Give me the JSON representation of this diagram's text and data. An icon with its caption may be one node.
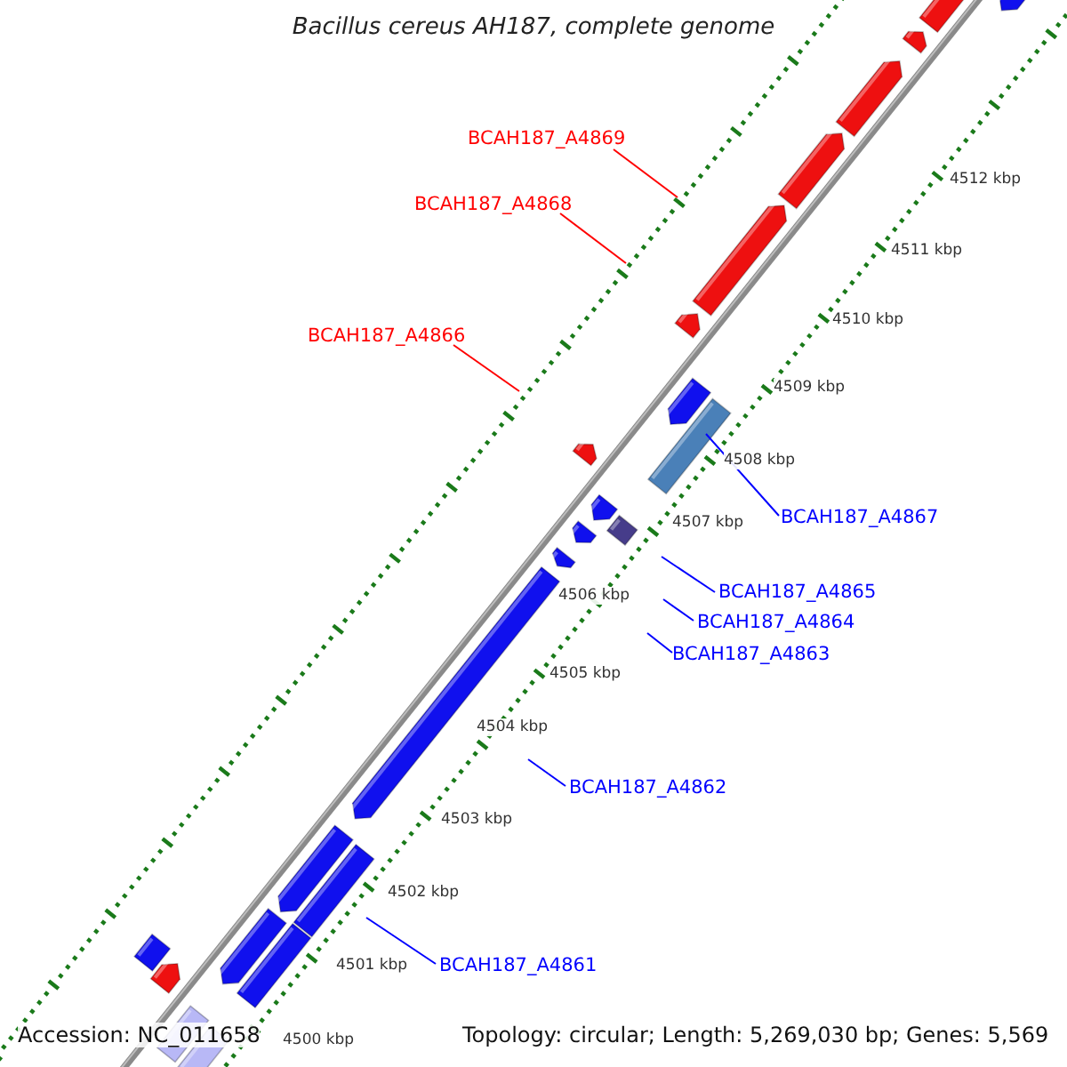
{
  "diagram": {
    "title": "Bacillus cereus AH187, complete genome",
    "nodes": [
      {
        "text": [
          "BCAH187_A4869"
        ]
      },
      {
        "text": [
          "BCAH187_A4868"
        ]
      },
      {
        "text": [
          "BCAH187_A4866"
        ]
      },
      {
        "text": [
          "BCAH187_A4867"
        ]
      },
      {
        "text": [
          "BCAH187_A4865"
        ]
      },
      {
        "text": [
          "BCAH187_A4864"
        ]
      },
      {
        "text": [
          "BCAH187_A4863"
        ]
      },
      {
        "text": [
          "BCAH187_A4862"
        ]
      },
      {
        "text": [
          "BCAH187_A4861"
        ]
      }
    ],
    "edges": [
      {
        "from": 0,
        "to": null,
        "arrow": "none",
        "color": "#ff0000"
      },
      {
        "from": 1,
        "to": null,
        "arrow": "none",
        "color": "#ff0000"
      },
      {
        "from": 2,
        "to": null,
        "arrow": "none",
        "color": "#ff0000"
      },
      {
        "from": 3,
        "to": null,
        "arrow": "none"
      },
      {
        "from": 4,
        "to": null,
        "arrow": "none"
      },
      {
        "from": 5,
        "to": null,
        "arrow": "none"
      },
      {
        "from": 6,
        "to": null,
        "arrow": "none"
      },
      {
        "from": 7,
        "to": null,
        "arrow": "none"
      },
      {
        "from": 8,
        "to": null,
        "arrow": "none"
      }
    ],
    "labels": [
      "4512 kbp",
      "4511 kbp",
      "4510 kbp",
      "4509 kbp",
      "4508 kbp",
      "4507 kbp",
      "4506 kbp",
      "4505 kbp",
      "4504 kbp",
      "4503 kbp",
      "4502 kbp",
      "4501 kbp",
      "4500 kbp",
      "Accession: NC_011658",
      "Topology: circular; Length: 5,269,030 bp; Genes: 5,569"
    ]
  }
}
